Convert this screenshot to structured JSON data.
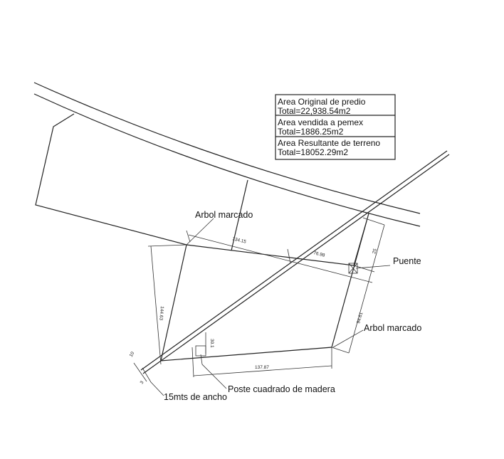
{
  "area_table": {
    "rows": [
      {
        "label": "Area Original de predio",
        "value": "Total=22,938.54m2"
      },
      {
        "label": "Area vendida a pemex",
        "value": "Total=1886.25m2"
      },
      {
        "label": "Area Resultante de terreno",
        "value": "Total=18052.29m2"
      }
    ]
  },
  "labels": {
    "tree_top": "Arbol marcado",
    "tree_right": "Arbol marcado",
    "bridge": "Puente",
    "post": "Poste cuadrado de madera",
    "width": "15mts de ancho"
  },
  "dimensions": {
    "top_left": "134.15",
    "top_right": "76.98",
    "left": "144.63",
    "right_upper": "25",
    "right_lower": "94.61",
    "bottom": "137.87",
    "post_offset": "30.1",
    "row_width_top": "10",
    "row_width_bottom": "3"
  }
}
